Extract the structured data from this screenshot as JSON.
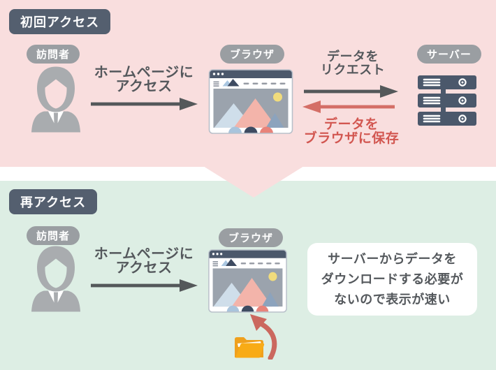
{
  "palette": {
    "first_access_bg": "#f9dede",
    "repeat_access_bg": "#ddeee4",
    "heading_bg": "#545f6f",
    "pill_bg": "#9a9ea2",
    "text_dark": "#54585c",
    "arrow_dark": "#54585a",
    "accent_red_text": "#d25650",
    "accent_red_arrow": "#d46e66",
    "browser_navy": "#4b586b",
    "server_navy": "#4b586b",
    "folder_orange": "#f6a71c",
    "note_bg": "#ffffff"
  },
  "section1": {
    "heading": "初回アクセス",
    "visitor": {
      "label": "訪問者",
      "icon": "person-icon"
    },
    "access_arrow": {
      "line1": "ホームページに",
      "line2": "アクセス",
      "icon": "arrow-right-icon"
    },
    "browser": {
      "label": "ブラウザ",
      "icon": "browser-window-icon"
    },
    "request_arrow": {
      "line1": "データを",
      "line2": "リクエスト",
      "icon": "arrow-right-icon"
    },
    "save_arrow": {
      "line1": "データを",
      "line2": "ブラウザに保存",
      "icon": "arrow-left-icon"
    },
    "server": {
      "label": "サーバー",
      "icon": "server-icon"
    }
  },
  "section2": {
    "heading": "再アクセス",
    "visitor": {
      "label": "訪問者",
      "icon": "person-icon"
    },
    "access_arrow": {
      "line1": "ホームページに",
      "line2": "アクセス",
      "icon": "arrow-right-icon"
    },
    "browser": {
      "label": "ブラウザ",
      "icon": "browser-window-icon"
    },
    "cache": {
      "folder_icon": "folder-icon",
      "arrow_icon": "curved-arrow-up-icon"
    },
    "note": {
      "line1": "サーバーからデータを",
      "line2": "ダウンロードする必要が",
      "line3": "ないので表示が速い"
    }
  }
}
